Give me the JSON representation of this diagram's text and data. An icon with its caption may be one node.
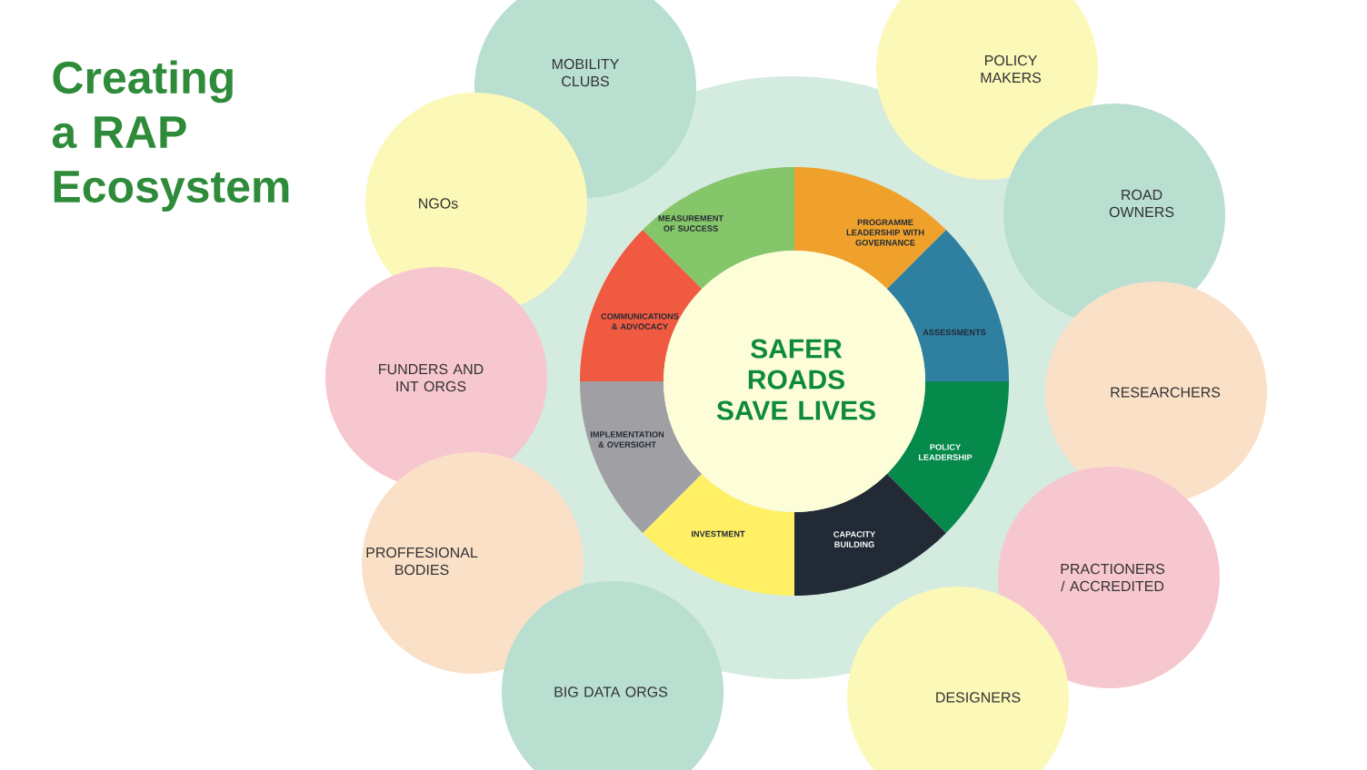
{
  "diagram": {
    "title": "Creating a RAP Ecosystem",
    "nodes": [
      {
        "text": [
          "MOBILITY CLUBS"
        ]
      },
      {
        "text": [
          "POLICY MAKERS"
        ]
      },
      {
        "text": [
          "NGOs"
        ]
      },
      {
        "text": [
          "ROAD OWNERS"
        ]
      },
      {
        "text": [
          "FUNDERS AND INT ORGS"
        ]
      },
      {
        "text": [
          "RESEARCHERS"
        ]
      },
      {
        "text": [
          "PROFFESIONAL BODIES"
        ]
      },
      {
        "text": [
          "PRACTIONERS / ACCREDITED"
        ]
      },
      {
        "text": [
          "BIG DATA ORGS"
        ]
      },
      {
        "text": [
          "DESIGNERS"
        ]
      },
      {
        "text": [
          "MEASUREMENT OF SUCCESS"
        ]
      },
      {
        "text": [
          "PROGRAMME LEADERSHIP WITH GOVERNANCE"
        ]
      },
      {
        "text": [
          "ASSESSMENTS"
        ]
      },
      {
        "text": [
          "POLICY LEADERSHIP"
        ]
      },
      {
        "text": [
          "CAPACITY BUILDING"
        ]
      },
      {
        "text": [
          "INVESTMENT"
        ]
      },
      {
        "text": [
          "IMPLEMENTATION & OVERSIGHT"
        ]
      },
      {
        "text": [
          "COMMUNICATIONS & ADVOCACY"
        ]
      },
      {
        "text": [
          "SAFER ROADS SAVE LIVES"
        ]
      }
    ],
    "edges": []
  }
}
